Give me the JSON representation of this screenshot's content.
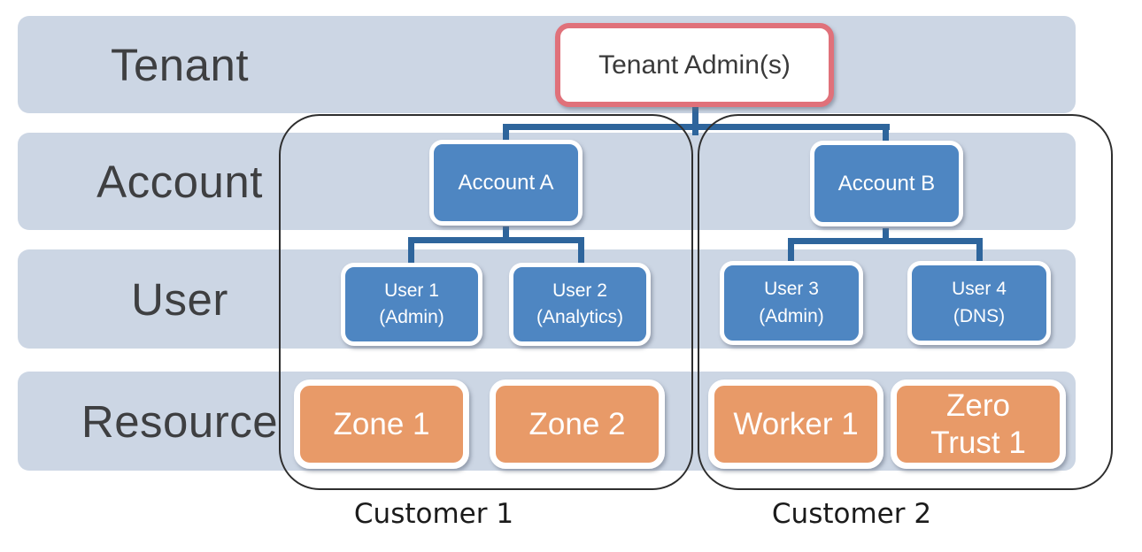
{
  "rows": [
    {
      "label": "Tenant"
    },
    {
      "label": "Account"
    },
    {
      "label": "User"
    },
    {
      "label": "Resource"
    }
  ],
  "nodes": {
    "tenant_admin": "Tenant Admin(s)",
    "accounts": [
      "Account A",
      "Account B"
    ],
    "users": [
      {
        "name": "User 1",
        "role": "(Admin)"
      },
      {
        "name": "User 2",
        "role": "(Analytics)"
      },
      {
        "name": "User 3",
        "role": "(Admin)"
      },
      {
        "name": "User 4",
        "role": "(DNS)"
      }
    ],
    "resources": [
      "Zone 1",
      "Zone 2",
      "Worker 1",
      "Zero Trust 1"
    ]
  },
  "groups": [
    "Customer 1",
    "Customer 2"
  ],
  "colors": {
    "band": "#ccd6e4",
    "node_blue": "#4e86c2",
    "node_orange": "#e89a68",
    "tenant_admin_border": "#e0717a",
    "connector": "#2e659c",
    "group_border": "#2e2e2e"
  }
}
